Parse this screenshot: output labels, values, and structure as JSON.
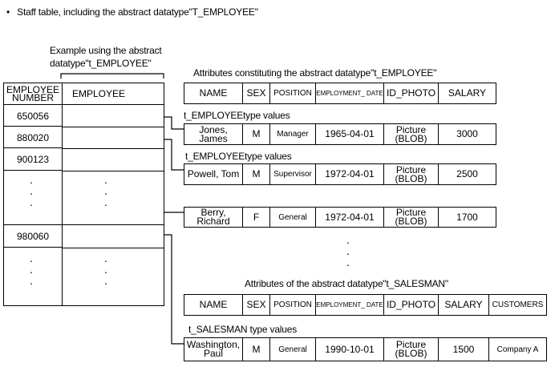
{
  "heading": "Staff table, including the abstract datatype\"T_EMPLOYEE\"",
  "example_label_1": "Example using the abstract",
  "example_label_2": "datatype\"t_EMPLOYEE\"",
  "staff_table": {
    "col_number": "EMPLOYEE NUMBER",
    "col_employee": "EMPLOYEE",
    "rows": [
      "650056",
      "880020",
      "900123",
      "980060"
    ],
    "dots": "·"
  },
  "employee_attrs_title": "Attributes constituting the abstract datatype\"t_EMPLOYEE\"",
  "employee_attrs": [
    "NAME",
    "SEX",
    "POSITION",
    "EMPLOYMENT_ DATE",
    "ID_PHOTO",
    "SALARY"
  ],
  "type_value_label_1": "t_EMPLOYEEtype values",
  "type_value_label_2": "t_EMPLOYEEtype values",
  "employee_records": [
    [
      "Jones, James",
      "M",
      "Manager",
      "1965-04-01",
      "Picture (BLOB)",
      "3000"
    ],
    [
      "Powell, Tom",
      "M",
      "Supervisor",
      "1972-04-01",
      "Picture (BLOB)",
      "2500"
    ],
    [
      "Berry, Richard",
      "F",
      "General",
      "1972-04-01",
      "Picture (BLOB)",
      "1700"
    ]
  ],
  "salesman_attrs_title": "Attributes of the abstract datatype\"t_SALESMAN\"",
  "salesman_attrs": [
    "NAME",
    "SEX",
    "POSITION",
    "EMPLOYMENT_ DATE",
    "ID_PHOTO",
    "SALARY",
    "CUSTOMERS"
  ],
  "salesman_value_label": "t_SALESMAN type values",
  "salesman_record": [
    "Washington, Paul",
    "M",
    "General",
    "1990-10-01",
    "Picture (BLOB)",
    "1500",
    "Company A"
  ]
}
